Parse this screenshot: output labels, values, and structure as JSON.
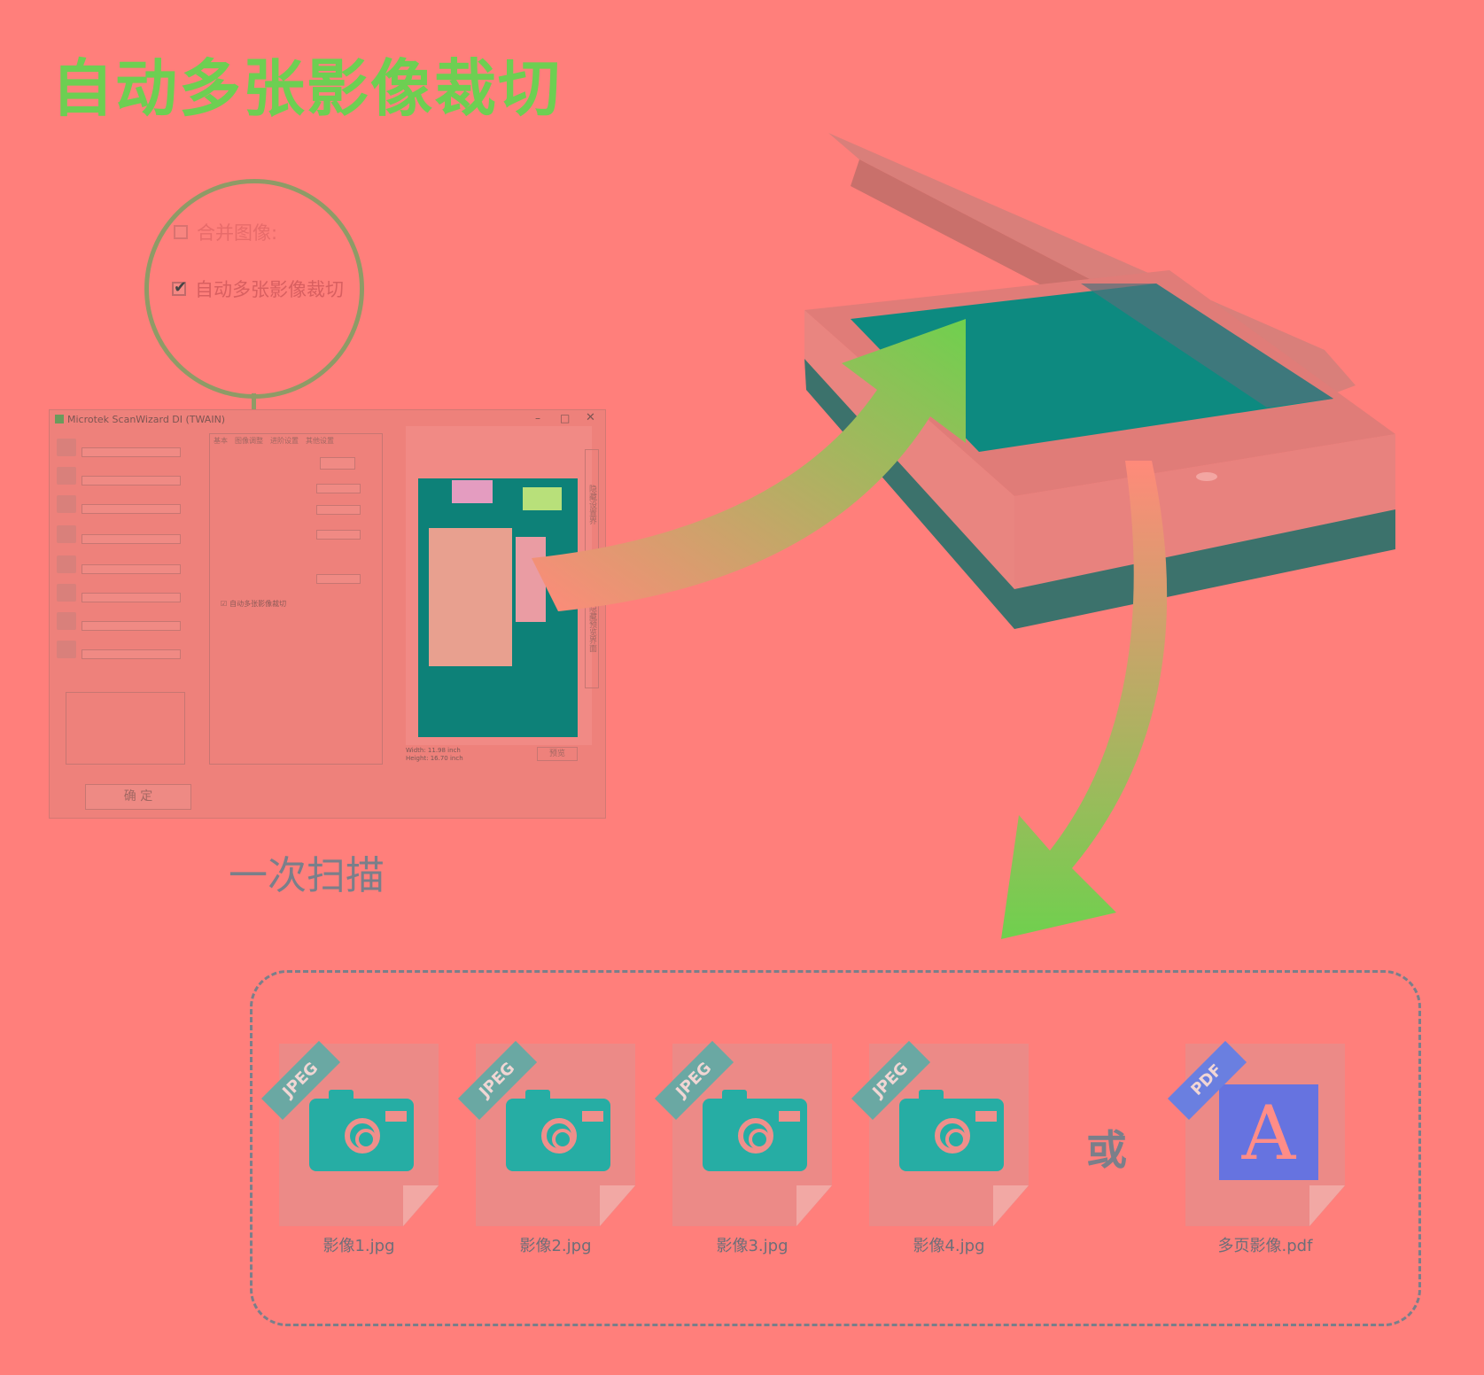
{
  "title": "自动多张影像裁切",
  "subtitle": "一次扫描",
  "magnifier": {
    "merge_label": "合并图像:",
    "auto_crop_label": "自动多张影像裁切"
  },
  "dialog": {
    "title": "Microtek ScanWizard DI (TWAIN)",
    "tabs": [
      "基本",
      "图像调整",
      "进阶设置",
      "其他设置"
    ],
    "auto_crop_option": "自动多张影像裁切",
    "ok_button": "确 定",
    "preview_button": "预览",
    "side_hide_settings": "隐藏设置界",
    "side_hide_preview": "隐藏预览界面",
    "width_text": "Width: 11.98 inch",
    "height_text": "Height: 16.70 inch"
  },
  "files": [
    {
      "badge": "JPEG",
      "name": "影像1.jpg",
      "icon": "camera-icon"
    },
    {
      "badge": "JPEG",
      "name": "影像2.jpg",
      "icon": "camera-icon"
    },
    {
      "badge": "JPEG",
      "name": "影像3.jpg",
      "icon": "camera-icon"
    },
    {
      "badge": "JPEG",
      "name": "影像4.jpg",
      "icon": "camera-icon"
    },
    {
      "badge": "PDF",
      "name": "多页影像.pdf",
      "icon": "pdf-icon"
    }
  ],
  "or_text": "或",
  "colors": {
    "background": "#ff7f7b",
    "accent_green": "#6dcf52",
    "camera_teal": "#26ada4",
    "pdf_blue": "#6673e0"
  }
}
